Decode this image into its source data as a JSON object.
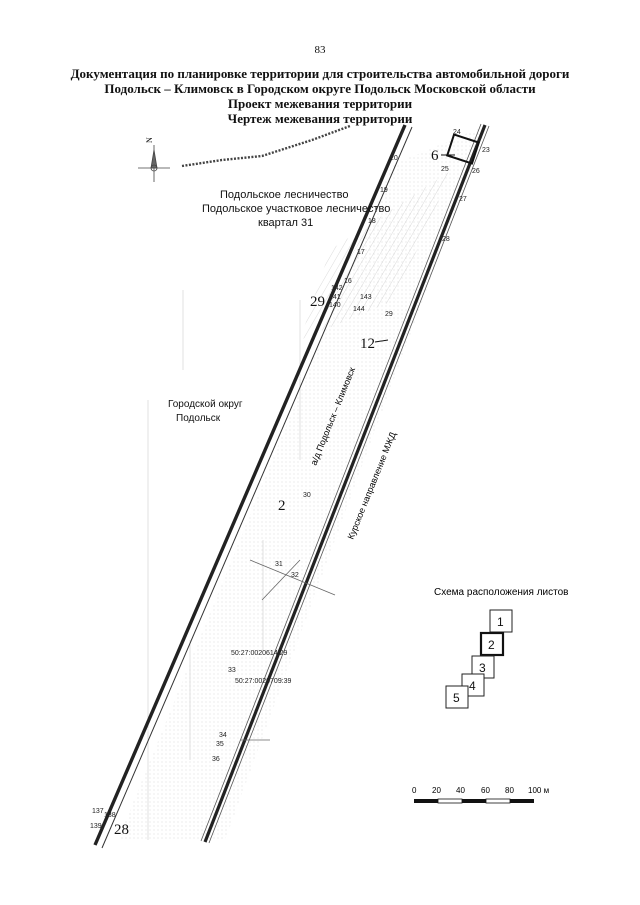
{
  "page_number": "83",
  "title": {
    "line1": "Документация по планировке территории для строительства автомобильной дороги",
    "line2": "Подольск – Климовск в Городском округе Подольск Московской области",
    "line3": "Проект межевания территории",
    "line4": "Чертеж межевания территории"
  },
  "map": {
    "area_label": {
      "line1": "Подольское лесничество",
      "line2": "Подольское участковое лесничество",
      "line3": "квартал 31"
    },
    "district_label": {
      "line1": "Городской округ",
      "line2": "Подольск"
    },
    "road_label": "а/д Подольск – Климовск",
    "railway_label": "Курское направление МЖД",
    "north_label": "N",
    "parcel_labels": {
      "p6": "6",
      "p29": "29",
      "p12": "12",
      "p2": "2",
      "p28": "28"
    },
    "cadastral": {
      "c1": "50:27:0020614:29",
      "c2": "50:27:0020709:39"
    },
    "points": {
      "n24": "24",
      "n23": "23",
      "n25": "25",
      "n26": "26",
      "n27": "27",
      "n28": "28",
      "n20": "20",
      "n19": "19",
      "n18": "18",
      "n17": "17",
      "n16": "16",
      "n142": "142",
      "n141": "141",
      "n140": "140",
      "n143": "143",
      "n144": "144",
      "n29": "29",
      "n30": "30",
      "n31": "31",
      "n32": "32",
      "n33": "33",
      "n34": "34",
      "n35": "35",
      "n36": "36",
      "n137": "137",
      "n138": "138",
      "n139": "139"
    },
    "sheet_scheme": {
      "title": "Схема расположения листов",
      "sheets": [
        "1",
        "2",
        "3",
        "4",
        "5"
      ],
      "current_sheet": "2"
    },
    "scale_bar": {
      "ticks": [
        "0",
        "20",
        "40",
        "60",
        "80",
        "100 м"
      ]
    }
  }
}
